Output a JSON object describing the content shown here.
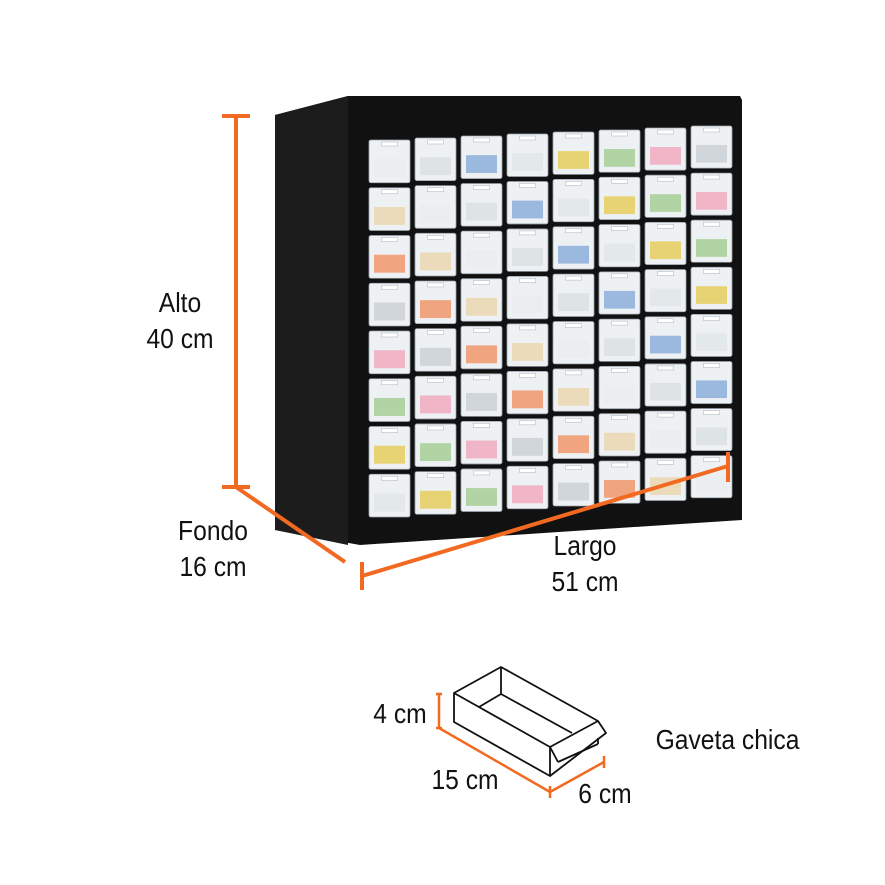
{
  "colors": {
    "accent": "#f26a21",
    "cabinet": "#111111",
    "outline": "#111111"
  },
  "cabinet": {
    "columns": 8,
    "rows": 8
  },
  "dimensions": {
    "height": {
      "label": "Alto",
      "value": "40 cm"
    },
    "depth": {
      "label": "Fondo",
      "value": "16 cm"
    },
    "width": {
      "label": "Largo",
      "value": "51 cm"
    }
  },
  "drawer": {
    "title": "Gaveta chica",
    "height": "4 cm",
    "length": "15 cm",
    "width": "6 cm"
  }
}
